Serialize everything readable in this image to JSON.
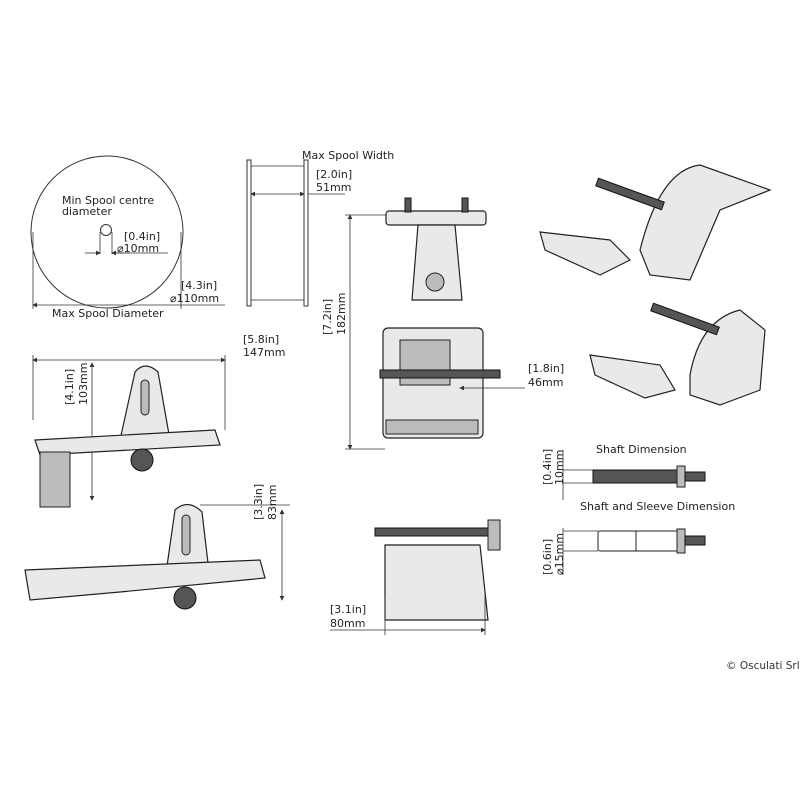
{
  "spool_diameter": {
    "min_centre_label_line1": "Min Spool centre",
    "min_centre_label_line2": "diameter",
    "min_centre_in": "[0.4in]",
    "min_centre_mm": "⌀10mm",
    "max_in": "[4.3in]",
    "max_mm": "⌀110mm",
    "max_label": "Max Spool Diameter"
  },
  "spool_width": {
    "label": "Max Spool Width",
    "in": "[2.0in]",
    "mm": "51mm"
  },
  "front_view": {
    "height_in": "[7.2in]",
    "height_mm": "182mm",
    "shaft_gap_in": "[1.8in]",
    "shaft_gap_mm": "46mm"
  },
  "side_view_top": {
    "length_in": "[5.8in]",
    "length_mm": "147mm",
    "height_in": "[4.1in]",
    "height_mm": "103mm"
  },
  "side_view_bottom": {
    "height_in": "[3.3in]",
    "height_mm": "83mm"
  },
  "bottom_view": {
    "width_in": "[3.1in]",
    "width_mm": "80mm"
  },
  "shaft": {
    "title": "Shaft Dimension",
    "in": "[0.4in]",
    "mm": "10mm"
  },
  "shaft_sleeve": {
    "title": "Shaft and Sleeve Dimension",
    "in": "[0.6in]",
    "mm": "⌀15mm"
  },
  "copyright": "© Osculati Srl"
}
